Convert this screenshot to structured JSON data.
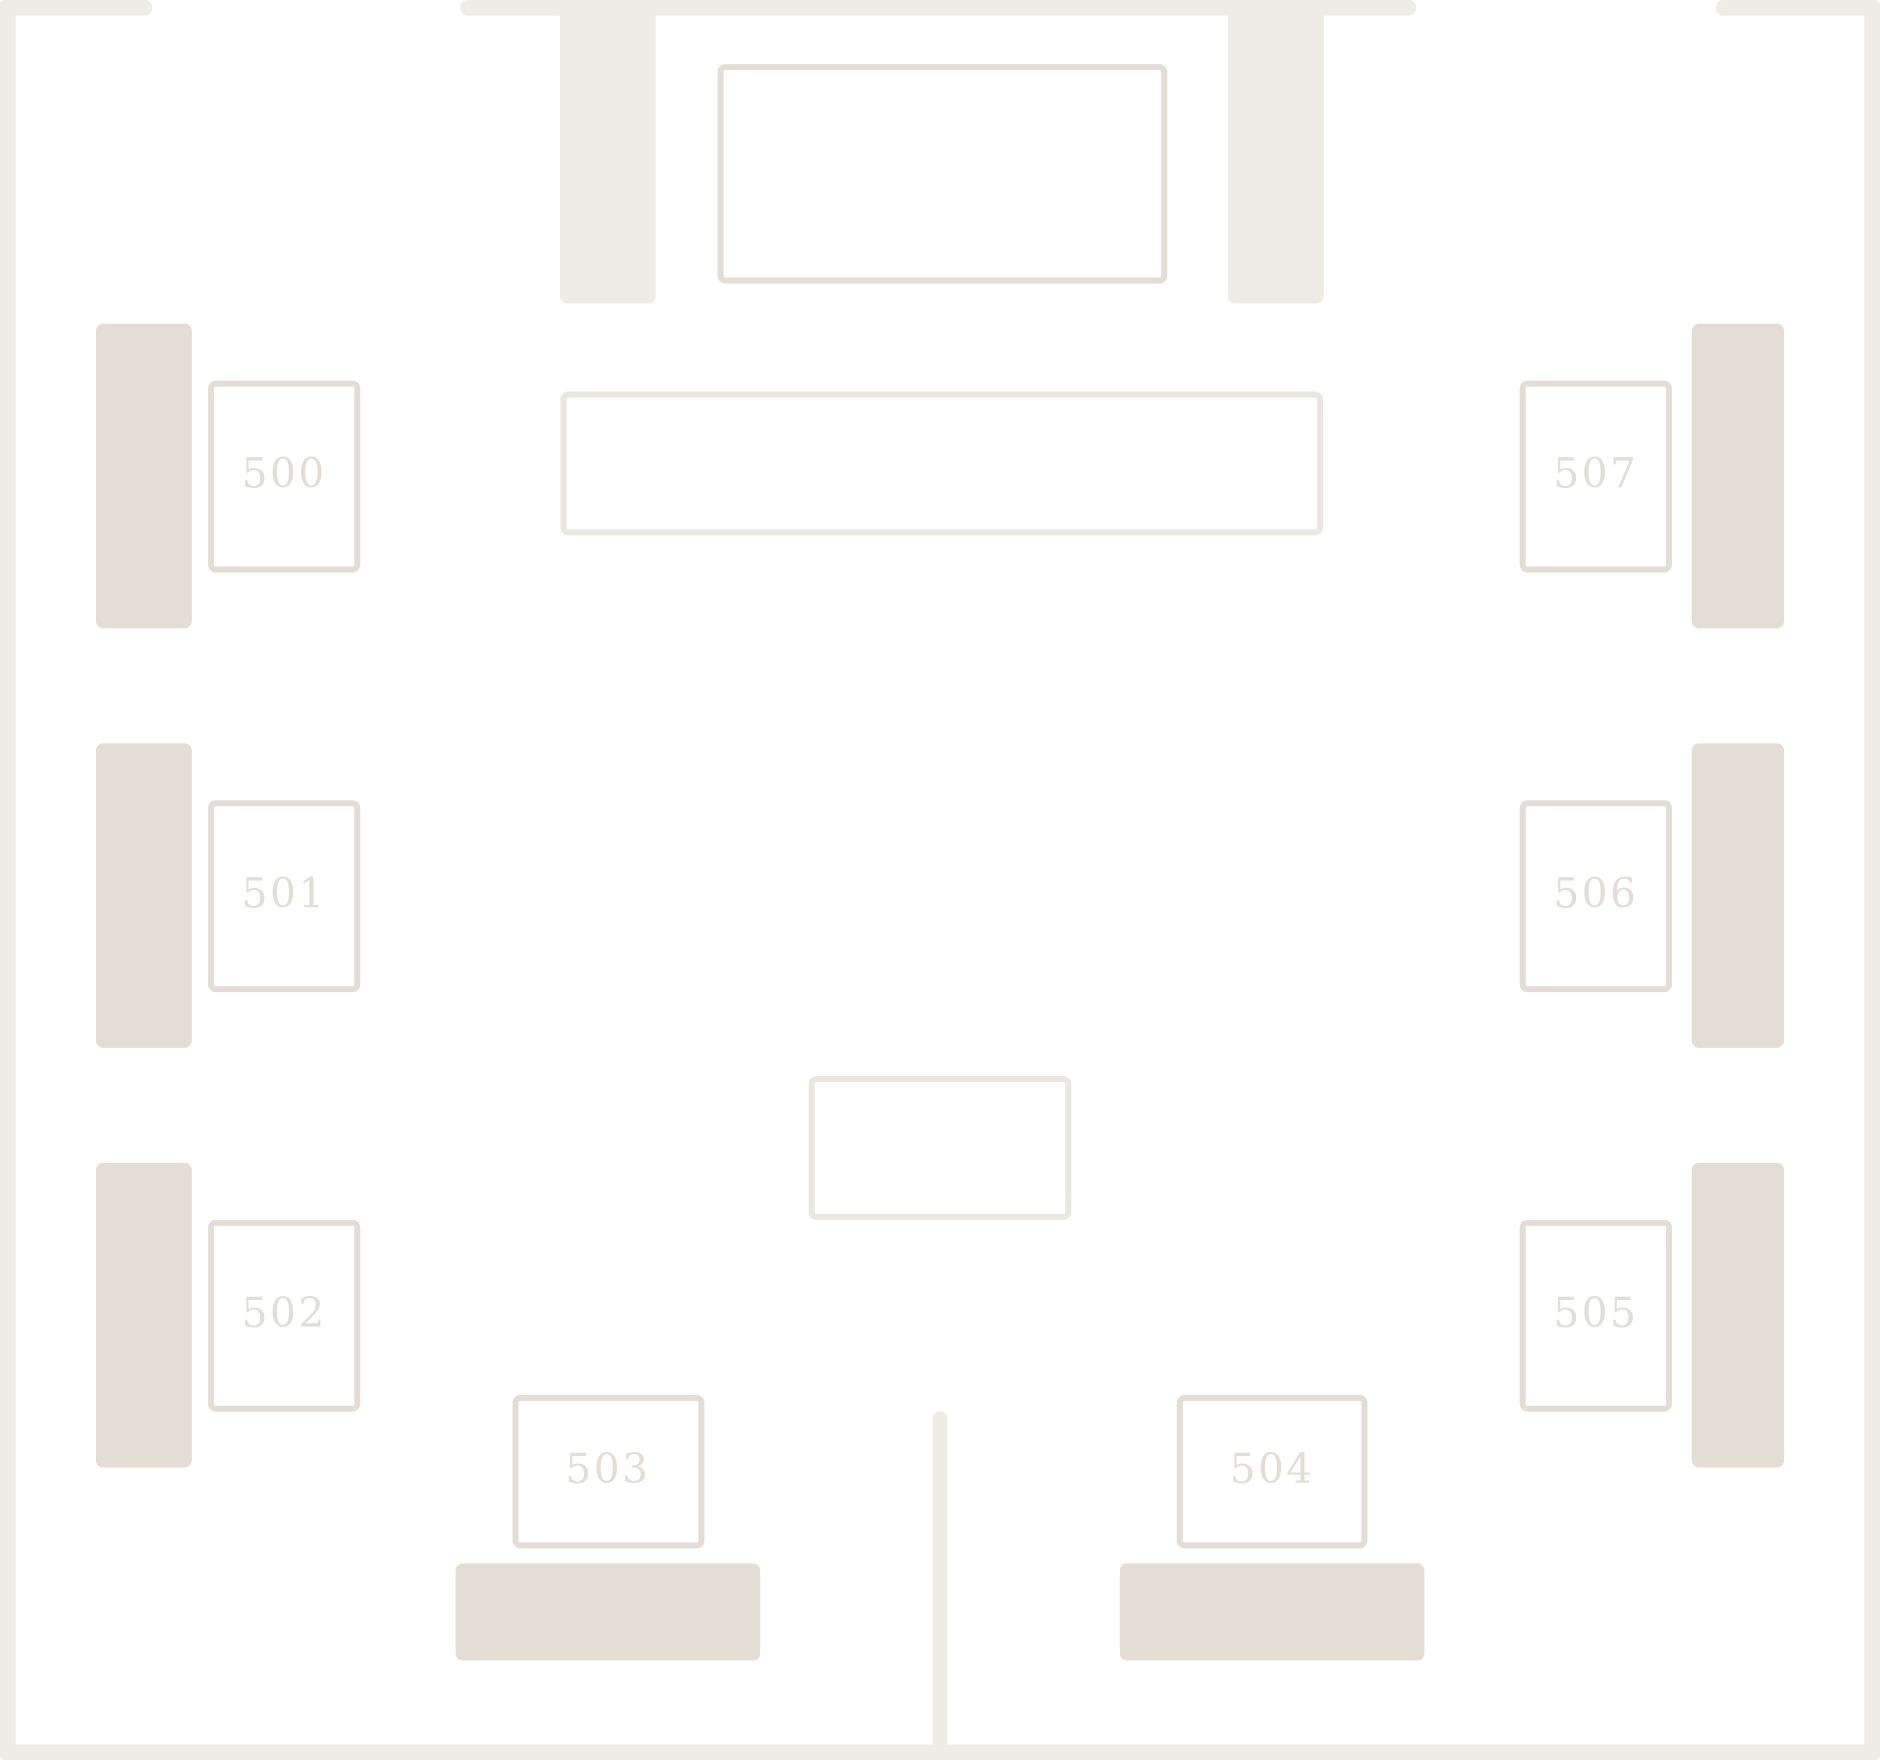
{
  "floor_plan": {
    "colors": {
      "wall": "#efece5",
      "furniture": "#e3ddd4",
      "background": "#ffffff"
    },
    "rooms": [
      {
        "label": "500"
      },
      {
        "label": "501"
      },
      {
        "label": "502"
      },
      {
        "label": "503"
      },
      {
        "label": "504"
      },
      {
        "label": "505"
      },
      {
        "label": "506"
      },
      {
        "label": "507"
      }
    ]
  }
}
